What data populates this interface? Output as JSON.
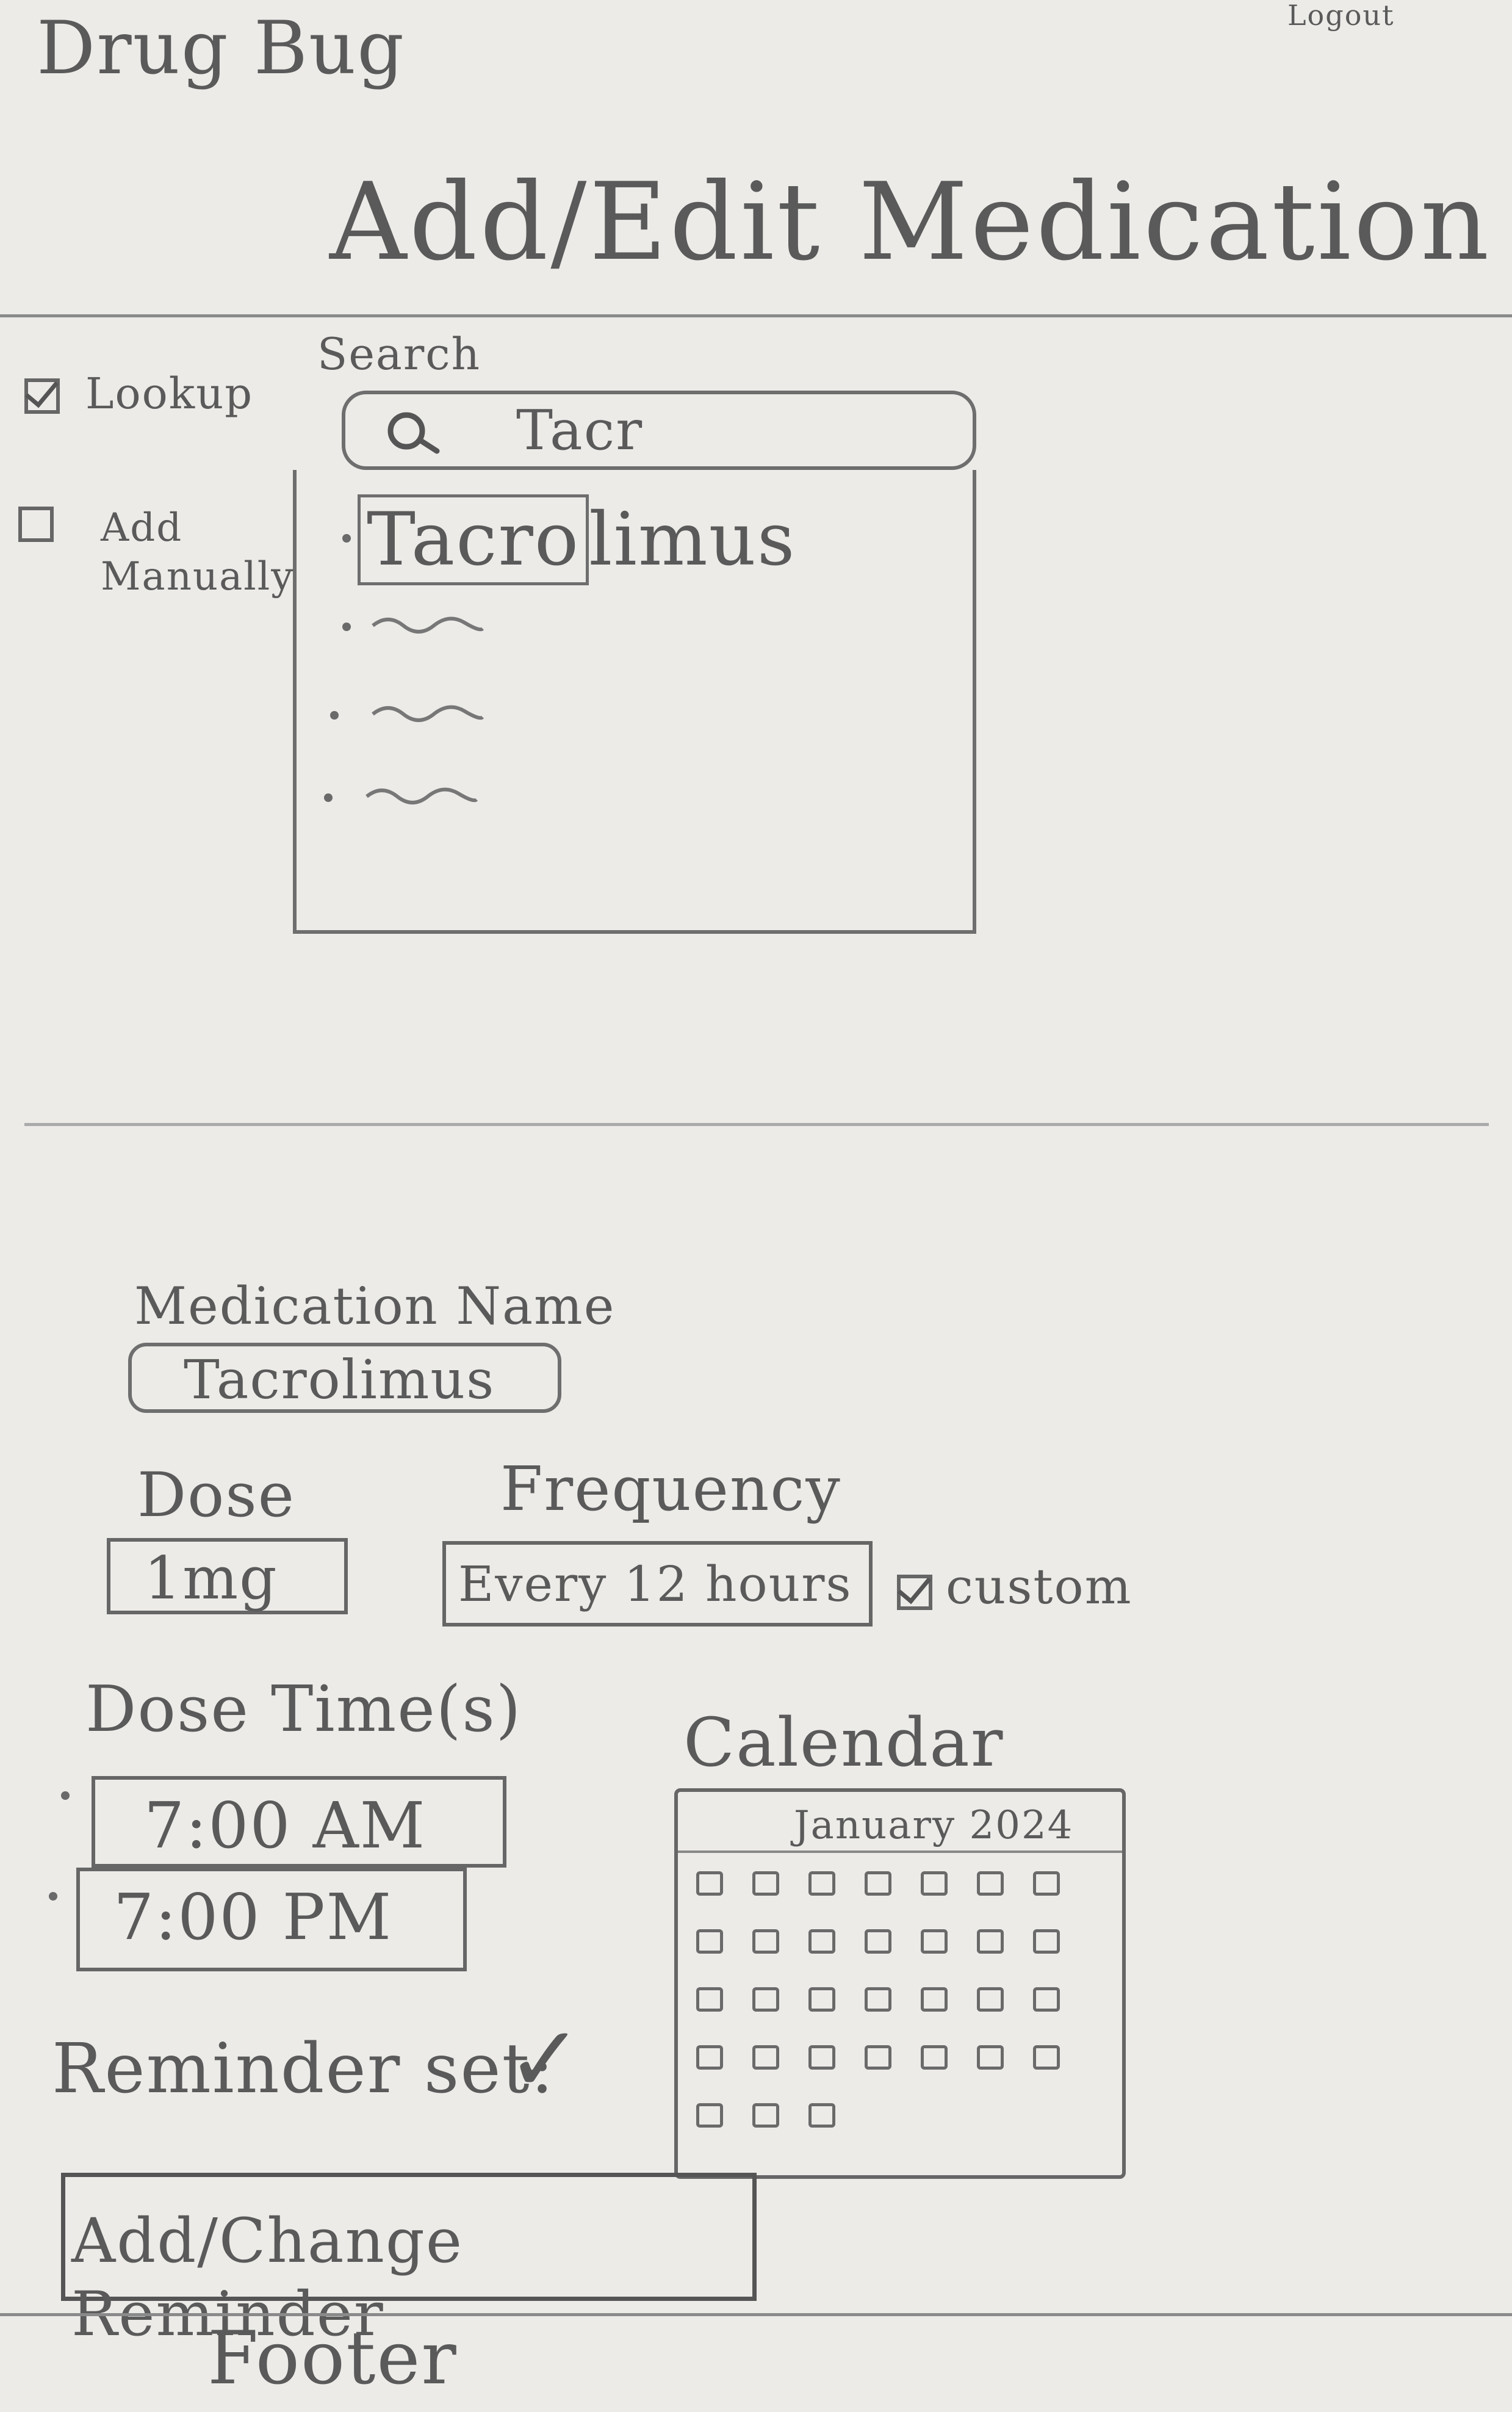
{
  "header": {
    "brand": "Drug Bug",
    "logout_label": "Logout"
  },
  "page": {
    "title": "Add/Edit Medication"
  },
  "search": {
    "label": "Search",
    "query": "Tacr",
    "mode_options": [
      {
        "label": "Lookup",
        "checked": true
      },
      {
        "label": "Add Manually",
        "checked": false
      }
    ],
    "results": [
      {
        "label": "Tacrolimus",
        "highlight": "Tacro",
        "rest": "limus"
      }
    ]
  },
  "form": {
    "medication_name_label": "Medication Name",
    "medication_name_value": "Tacrolimus",
    "dose_label": "Dose",
    "dose_value": "1mg",
    "frequency_label": "Frequency",
    "frequency_value": "Every 12 hours",
    "custom_label": "custom",
    "custom_checked": true,
    "dose_times_label": "Dose Time(s)",
    "dose_times": [
      "7:00 AM",
      "7:00 PM"
    ],
    "reminder_label": "Reminder set:",
    "reminder_status": "✓",
    "reminder_button": "Add/Change Reminder"
  },
  "calendar": {
    "label": "Calendar",
    "month": "January 2024"
  },
  "footer": {
    "label": "Footer"
  }
}
